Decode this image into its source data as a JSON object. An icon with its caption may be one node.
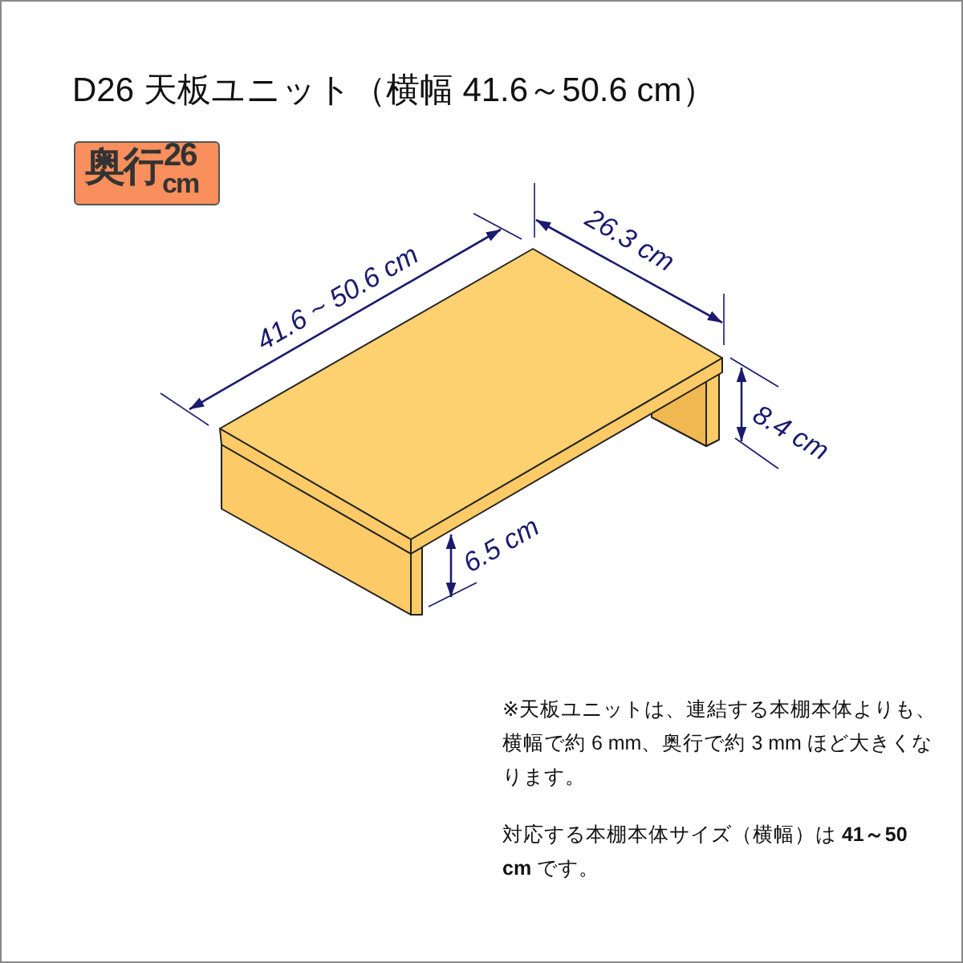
{
  "diagram": {
    "title": "D26 天板ユニット（横幅 41.6～50.6 cm）",
    "labels": [
      "奥行",
      "26",
      "cm",
      "41.6 ~ 50.6 cm",
      "26.3 cm",
      "8.4 cm",
      "6.5 cm",
      "※天板ユニットは、連結する本棚本体よりも、横幅で約 6 mm、奥行で約 3 mm ほど大きくなります。",
      "対応する本棚本体サイズ（横幅）は **41～50 cm** です。"
    ]
  }
}
